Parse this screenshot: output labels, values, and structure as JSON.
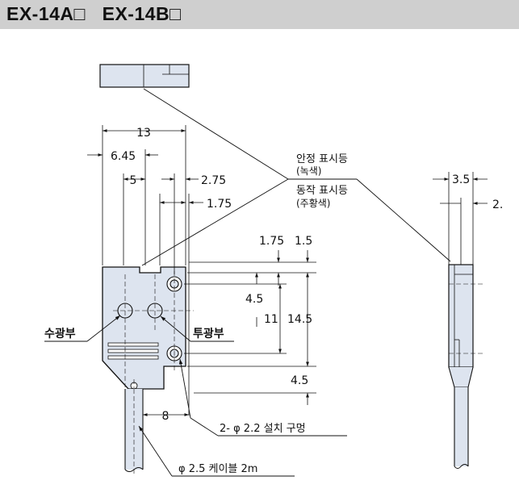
{
  "title": {
    "model_a": "EX-14A□",
    "model_b": "EX-14B□"
  },
  "dimensions": {
    "width_13": "13",
    "width_6_45": "6.45",
    "offset_5": "5",
    "offset_2_75": "2.75",
    "offset_1_75": "1.75",
    "top_1_75": "1.75",
    "top_1_5": "1.5",
    "pitch_4_5_top": "4.5",
    "pitch_11": "11",
    "height_14_5": "14.5",
    "pitch_4_5_bottom": "4.5",
    "cable_offset_8": "8",
    "side_thickness_3_5": "3.5",
    "side_2": "2."
  },
  "labels": {
    "stable_indicator": "안정 표시등",
    "stable_indicator_color": "(녹색)",
    "operation_indicator": "동작 표시등",
    "operation_indicator_color": "(주황색)",
    "receiver": "수광부",
    "emitter": "투광부",
    "mounting_holes": "2- φ 2.2 설치 구멍",
    "cable": "φ 2.5 케이블 2m"
  },
  "colors": {
    "body_fill": "#dde4ef",
    "title_bar": "#cfcfcf"
  }
}
